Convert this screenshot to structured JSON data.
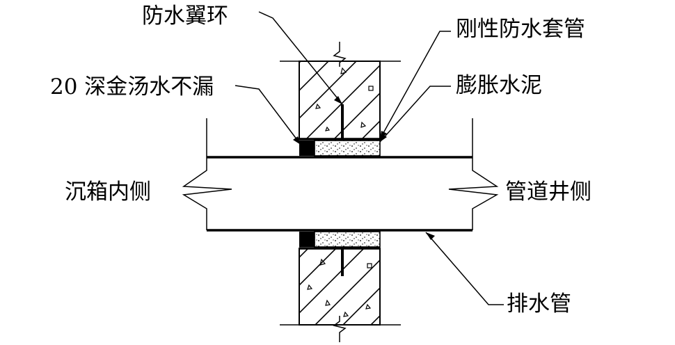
{
  "labels": {
    "waterstop_ring": "防水翼环",
    "rigid_sleeve": "刚性防水套管",
    "sealant": "20 深金汤水不漏",
    "expansive_cement": "膨胀水泥",
    "caisson_inner_side": "沉箱内侧",
    "pipe_shaft_side": "管道井侧",
    "drain_pipe": "排水管"
  }
}
